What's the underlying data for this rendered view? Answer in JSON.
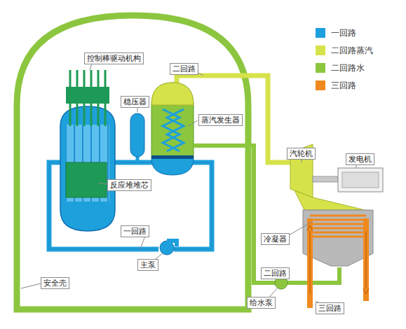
{
  "diagram": {
    "nodes": [
      {
        "text": [
          "控制棒驱动机构"
        ]
      },
      {
        "text": [
          "二回路"
        ]
      },
      {
        "text": [
          "稳压器"
        ]
      },
      {
        "text": [
          "蒸汽发生器"
        ]
      },
      {
        "text": [
          "汽轮机"
        ]
      },
      {
        "text": [
          "发电机"
        ]
      },
      {
        "text": [
          "反应堆堆芯"
        ]
      },
      {
        "text": [
          "冷凝器"
        ]
      },
      {
        "text": [
          "一回路"
        ]
      },
      {
        "text": [
          "主泵"
        ]
      },
      {
        "text": [
          "二回路"
        ]
      },
      {
        "text": [
          "安全壳"
        ]
      },
      {
        "text": [
          "给水泵"
        ]
      },
      {
        "text": [
          "三回路"
        ]
      }
    ],
    "legend": [
      {
        "text": "一回路",
        "color": "#1ea0dc"
      },
      {
        "text": "二回路蒸汽",
        "color": "#d6e24a"
      },
      {
        "text": "二回路水",
        "color": "#8cc63f"
      },
      {
        "text": "三回路",
        "color": "#f08a1e"
      }
    ]
  }
}
